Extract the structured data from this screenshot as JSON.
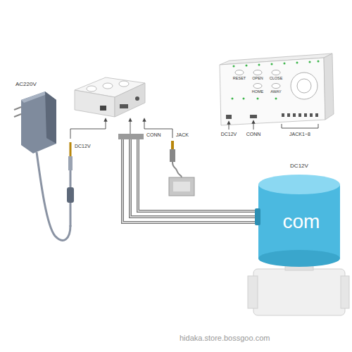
{
  "diagram": {
    "labels": [
      "AC220V",
      "DC12V",
      "CONN",
      "JACK",
      "RESET",
      "OPEN",
      "CLOSE",
      "HOME",
      "AWAY",
      "DC12V",
      "CONN",
      "JACK1~8",
      "DC12V",
      "com",
      "hidaka.store.bossgoo.com"
    ]
  }
}
